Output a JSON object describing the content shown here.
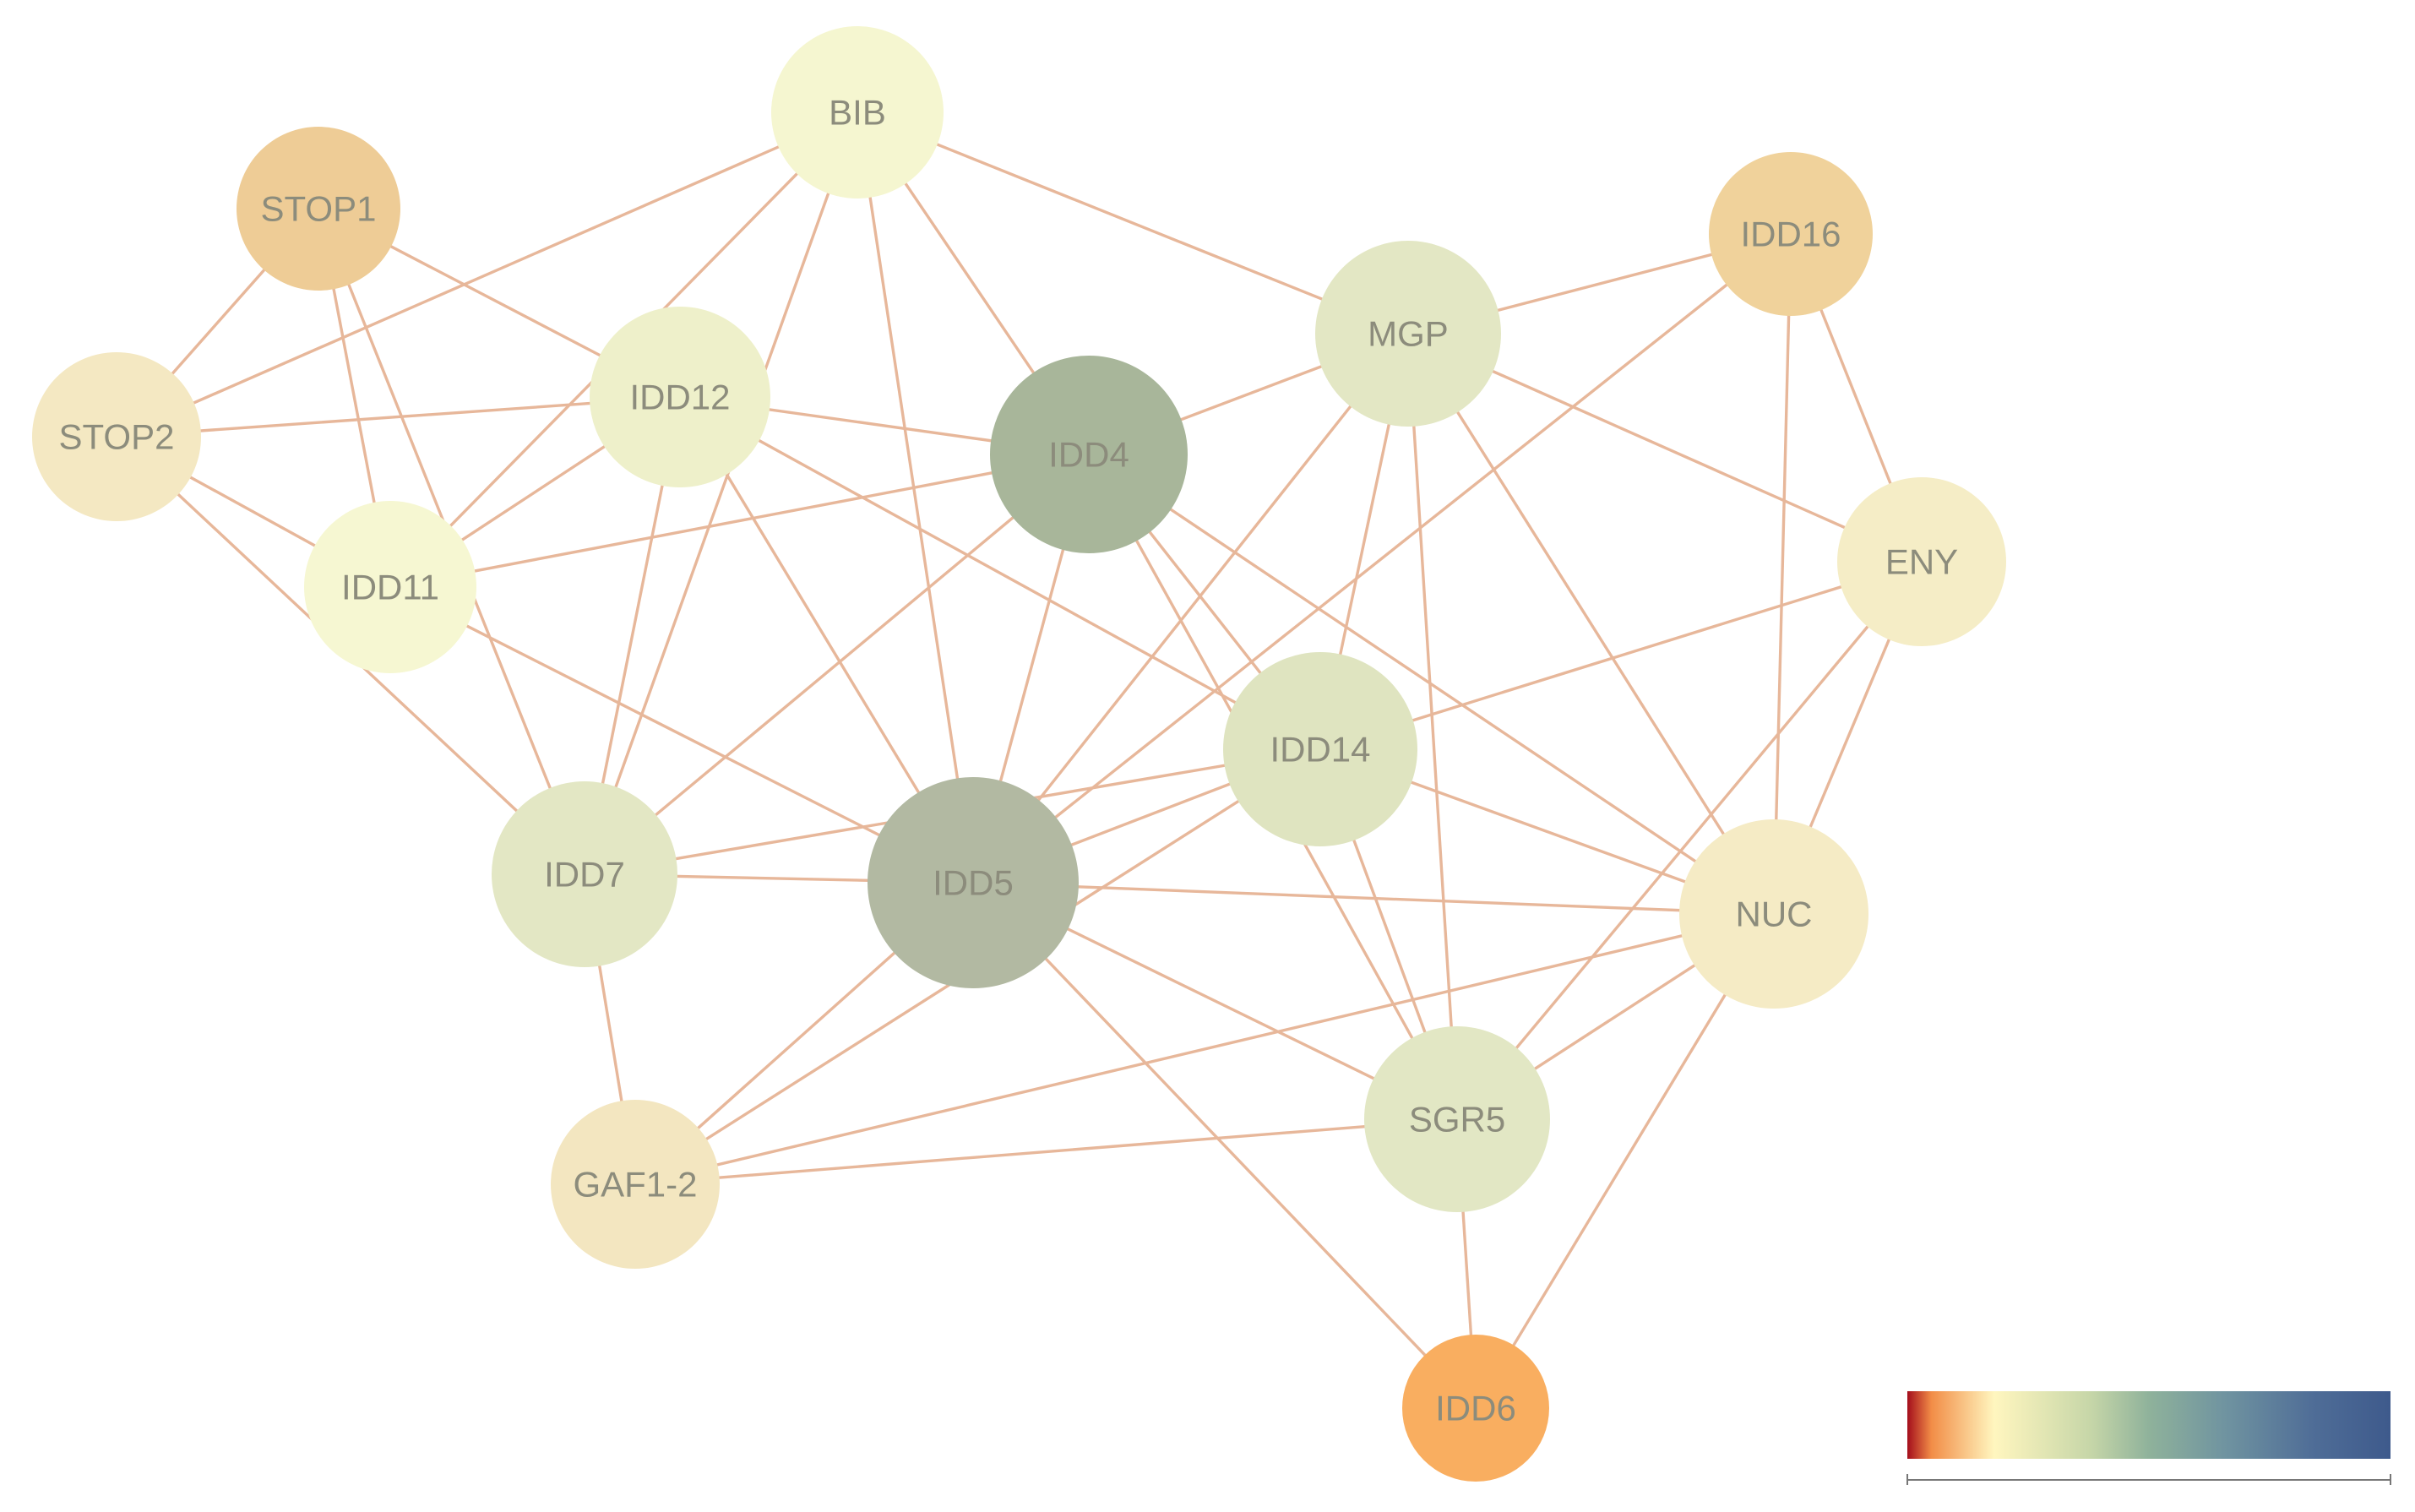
{
  "diagram": {
    "type": "network",
    "edge_color": "#e7b79a",
    "label_color": "#8c8c7c",
    "nodes": [
      {
        "id": "BIB",
        "label": "BIB",
        "color": "#f5f6d0"
      },
      {
        "id": "STOP1",
        "label": "STOP1",
        "color": "#eecc96"
      },
      {
        "id": "IDD16",
        "label": "IDD16",
        "color": "#f0d29b"
      },
      {
        "id": "MGP",
        "label": "MGP",
        "color": "#e3e7c4"
      },
      {
        "id": "IDD12",
        "label": "IDD12",
        "color": "#eef0ca"
      },
      {
        "id": "STOP2",
        "label": "STOP2",
        "color": "#f4e8c2"
      },
      {
        "id": "IDD4",
        "label": "IDD4",
        "color": "#a8b69a"
      },
      {
        "id": "ENY",
        "label": "ENY",
        "color": "#f5edc6"
      },
      {
        "id": "IDD11",
        "label": "IDD11",
        "color": "#f6f7d2"
      },
      {
        "id": "IDD14",
        "label": "IDD14",
        "color": "#dfe4c0"
      },
      {
        "id": "IDD7",
        "label": "IDD7",
        "color": "#e3e7c4"
      },
      {
        "id": "IDD5",
        "label": "IDD5",
        "color": "#b2b9a2"
      },
      {
        "id": "NUC",
        "label": "NUC",
        "color": "#f5ebc5"
      },
      {
        "id": "SGR5",
        "label": "SGR5",
        "color": "#e2e7c4"
      },
      {
        "id": "GAF1-2",
        "label": "GAF1-2",
        "color": "#f3e6c0"
      },
      {
        "id": "IDD6",
        "label": "IDD6",
        "color": "#f9ae60"
      }
    ],
    "edges": [
      [
        "BIB",
        "STOP2"
      ],
      [
        "BIB",
        "IDD11"
      ],
      [
        "BIB",
        "IDD7"
      ],
      [
        "BIB",
        "IDD5"
      ],
      [
        "BIB",
        "IDD4"
      ],
      [
        "BIB",
        "MGP"
      ],
      [
        "STOP1",
        "STOP2"
      ],
      [
        "STOP1",
        "IDD12"
      ],
      [
        "STOP1",
        "IDD11"
      ],
      [
        "STOP1",
        "IDD7"
      ],
      [
        "STOP2",
        "IDD12"
      ],
      [
        "STOP2",
        "IDD11"
      ],
      [
        "STOP2",
        "IDD7"
      ],
      [
        "IDD12",
        "IDD11"
      ],
      [
        "IDD12",
        "IDD4"
      ],
      [
        "IDD12",
        "IDD7"
      ],
      [
        "IDD12",
        "IDD5"
      ],
      [
        "IDD12",
        "IDD14"
      ],
      [
        "IDD11",
        "IDD4"
      ],
      [
        "IDD11",
        "IDD5"
      ],
      [
        "IDD4",
        "MGP"
      ],
      [
        "IDD4",
        "IDD7"
      ],
      [
        "IDD4",
        "IDD5"
      ],
      [
        "IDD4",
        "IDD14"
      ],
      [
        "IDD4",
        "NUC"
      ],
      [
        "IDD4",
        "SGR5"
      ],
      [
        "MGP",
        "IDD16"
      ],
      [
        "MGP",
        "ENY"
      ],
      [
        "MGP",
        "IDD14"
      ],
      [
        "MGP",
        "SGR5"
      ],
      [
        "MGP",
        "NUC"
      ],
      [
        "MGP",
        "IDD5"
      ],
      [
        "IDD16",
        "ENY"
      ],
      [
        "IDD16",
        "NUC"
      ],
      [
        "IDD16",
        "IDD5"
      ],
      [
        "ENY",
        "IDD14"
      ],
      [
        "ENY",
        "NUC"
      ],
      [
        "ENY",
        "SGR5"
      ],
      [
        "IDD14",
        "IDD7"
      ],
      [
        "IDD14",
        "IDD5"
      ],
      [
        "IDD14",
        "SGR5"
      ],
      [
        "IDD14",
        "NUC"
      ],
      [
        "IDD14",
        "GAF1-2"
      ],
      [
        "IDD7",
        "IDD5"
      ],
      [
        "IDD7",
        "GAF1-2"
      ],
      [
        "IDD5",
        "NUC"
      ],
      [
        "IDD5",
        "SGR5"
      ],
      [
        "IDD5",
        "GAF1-2"
      ],
      [
        "IDD5",
        "IDD6"
      ],
      [
        "NUC",
        "SGR5"
      ],
      [
        "NUC",
        "IDD6"
      ],
      [
        "NUC",
        "GAF1-2"
      ],
      [
        "SGR5",
        "GAF1-2"
      ],
      [
        "SGR5",
        "IDD6"
      ]
    ]
  },
  "legend": {
    "colors": [
      "#a40e1c",
      "#f28d47",
      "#fff6bf",
      "#c6d6a8",
      "#8fb29b",
      "#6f93a0",
      "#4f6d97",
      "#3e5a8c"
    ]
  }
}
